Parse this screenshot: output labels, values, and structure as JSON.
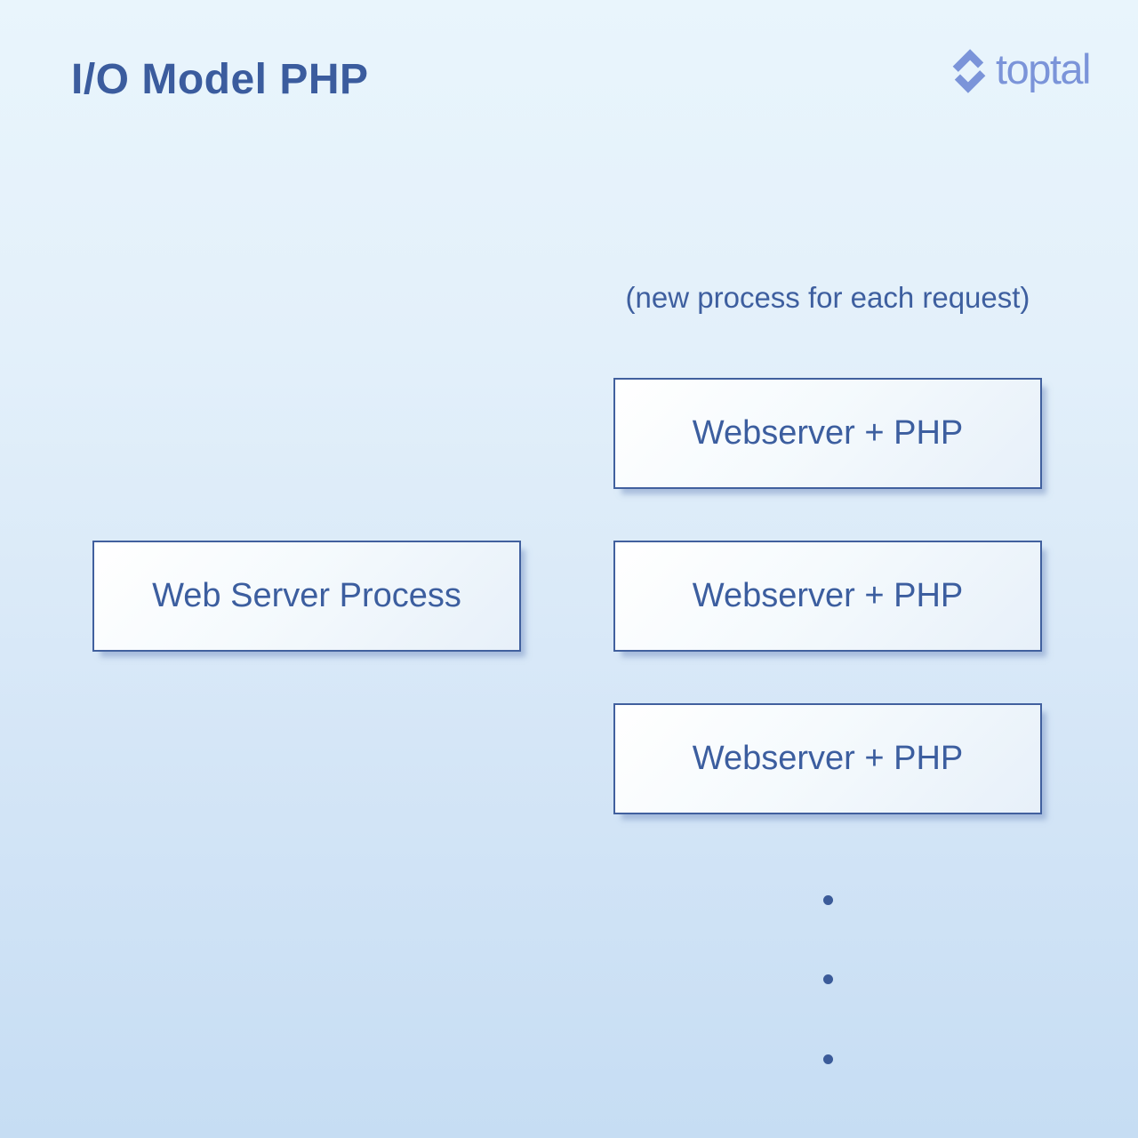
{
  "header": {
    "title": "I/O Model PHP",
    "brand": {
      "name": "toptal",
      "icon": "toptal-chevrons-icon",
      "color": "#7b94d9"
    }
  },
  "diagram": {
    "note": "(new process for each request)",
    "left_box": {
      "label": "Web Server Process"
    },
    "right_boxes": [
      {
        "label": "Webserver + PHP"
      },
      {
        "label": "Webserver + PHP"
      },
      {
        "label": "Webserver + PHP"
      }
    ],
    "ellipsis_dot_count": 3
  },
  "colors": {
    "background_top": "#e9f5fc",
    "background_bottom": "#c6ddf3",
    "box_border": "#41609e",
    "box_fill_start": "#ffffff",
    "box_fill_end": "#e7f0f9",
    "text_blue": "#3c5e9f",
    "title_blue": "#3b5c9e",
    "logo_periwinkle": "#7b94d9",
    "dot_blue": "#3b5b99"
  }
}
